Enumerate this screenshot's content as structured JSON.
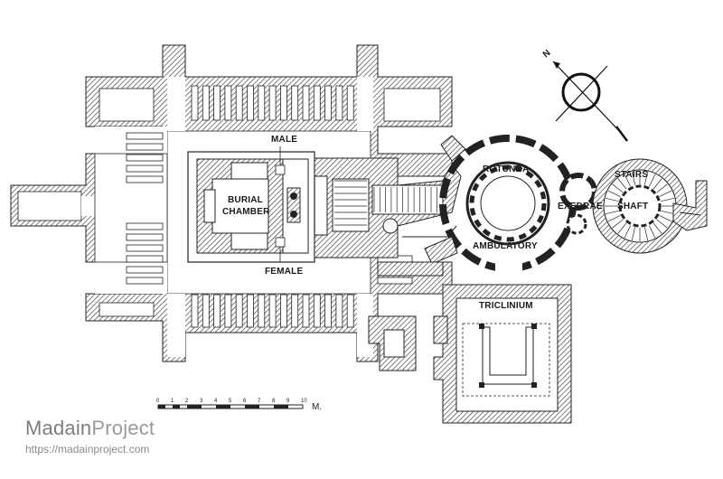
{
  "labels": {
    "male": "MALE",
    "burial": "BURIAL",
    "chamber": "CHAMBER",
    "female": "FEMALE",
    "rotunda": "ROTUNDA",
    "ambulatory": "AMBULATORY",
    "exedrae": "EXEDRAE",
    "stairs": "STAIRS",
    "shaft": "SHAFT",
    "triclinium": "TRICLINIUM"
  },
  "compass": {
    "north_label": "N"
  },
  "scale": {
    "ticks": [
      "0",
      "1",
      "2",
      "3",
      "4",
      "5",
      "6",
      "7",
      "8",
      "9",
      "10"
    ],
    "unit": "M."
  },
  "watermark": {
    "brand_part1": "Madain",
    "brand_part2": "Project",
    "url": "https://madainproject.com"
  }
}
